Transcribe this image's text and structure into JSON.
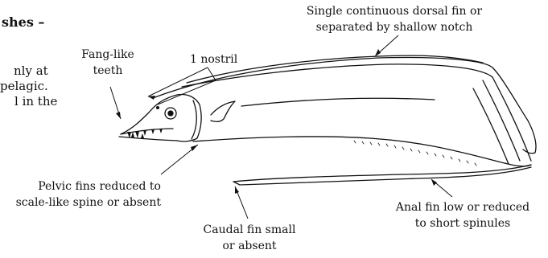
{
  "left_text": {
    "heading": "shes –",
    "lines": [
      "nly at",
      "pelagic.",
      "l in the"
    ]
  },
  "labels": {
    "dorsal_fin": [
      "Single continuous dorsal fin or",
      "separated by shallow notch"
    ],
    "teeth": [
      "Fang-like",
      "teeth"
    ],
    "nostril": "1 nostril",
    "pelvic_fins": [
      "Pelvic fins reduced to",
      "scale-like spine or absent"
    ],
    "caudal_fin": [
      "Caudal fin small",
      "or absent"
    ],
    "anal_fin": [
      "Anal fin low or reduced",
      "to short spinules"
    ]
  }
}
